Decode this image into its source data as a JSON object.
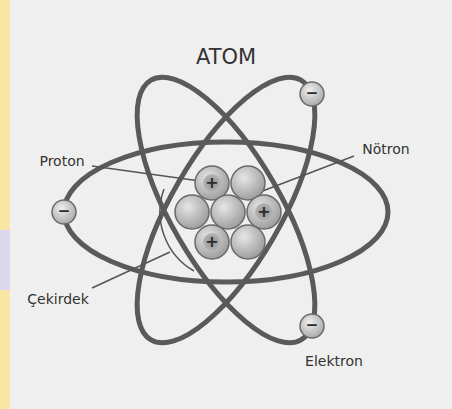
{
  "diagram": {
    "title": "ATOM",
    "labels": [
      "Proton",
      "Nötron",
      "+",
      "+",
      "+",
      "Çekirdek",
      "−",
      "−",
      "−",
      "Elektron"
    ]
  }
}
